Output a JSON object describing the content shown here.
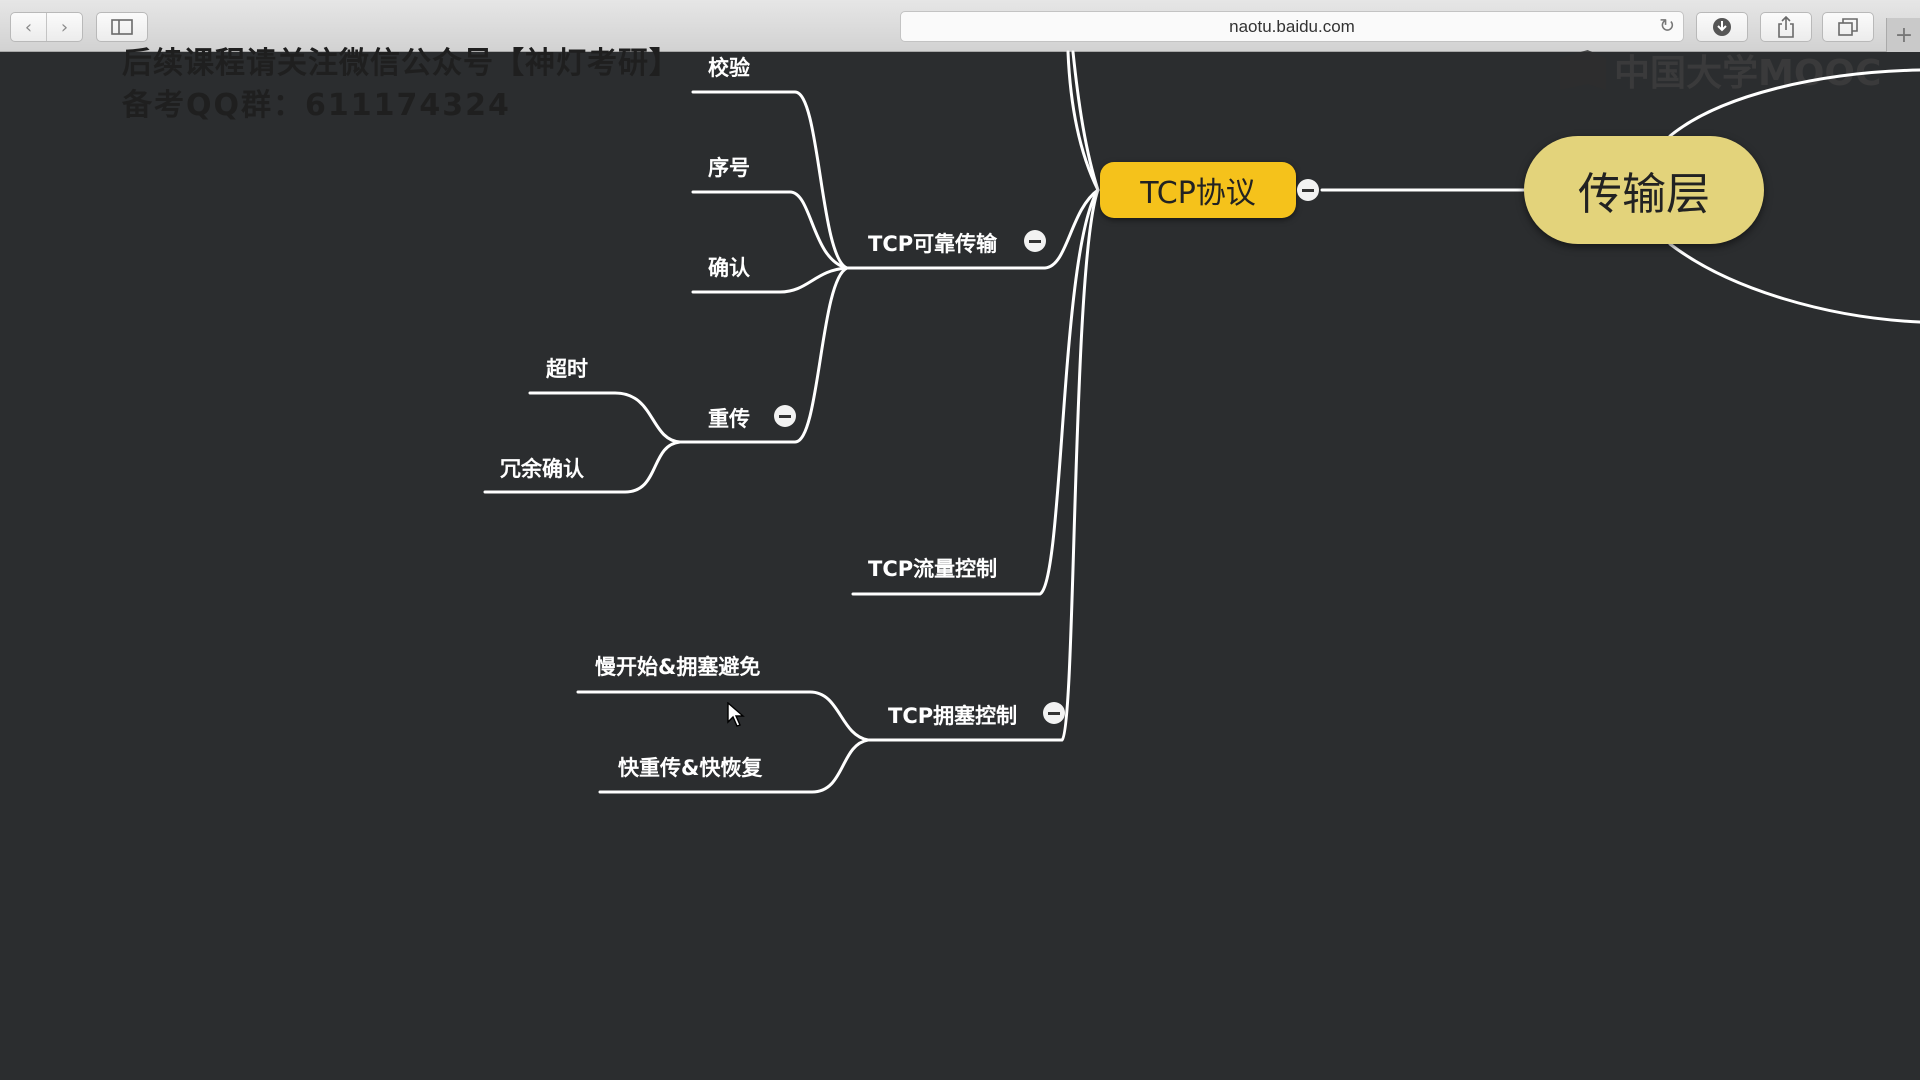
{
  "browser": {
    "url": "naotu.baidu.com",
    "back_icon": "chevron-left-icon",
    "forward_icon": "chevron-right-icon",
    "sidebar_icon": "sidebar-icon",
    "reload_icon": "reload-icon",
    "download_icon": "download-icon",
    "share_icon": "share-icon",
    "tabs_icon": "tabs-icon",
    "new_tab_icon": "plus-icon"
  },
  "overlay": {
    "promo_line": "后续课程请关注微信公众号【神灯考研】",
    "qq_line": "备考QQ群：611174324",
    "logo_text": "中国大学MOOC"
  },
  "mindmap": {
    "root": "传输层",
    "tcp": "TCP协议",
    "reliable": "TCP可靠传输",
    "checksum": "校验",
    "sequence": "序号",
    "ack": "确认",
    "retransmit": "重传",
    "timeout": "超时",
    "dup_ack": "冗余确认",
    "flow_control": "TCP流量控制",
    "congestion": "TCP拥塞控制",
    "slow_start": "慢开始&拥塞避免",
    "fast_retransmit": "快重传&快恢复"
  },
  "colors": {
    "background": "#2b2d2f",
    "tcp_node": "#f5c21b",
    "root_node": "#e3d37b",
    "link": "#ffffff"
  }
}
